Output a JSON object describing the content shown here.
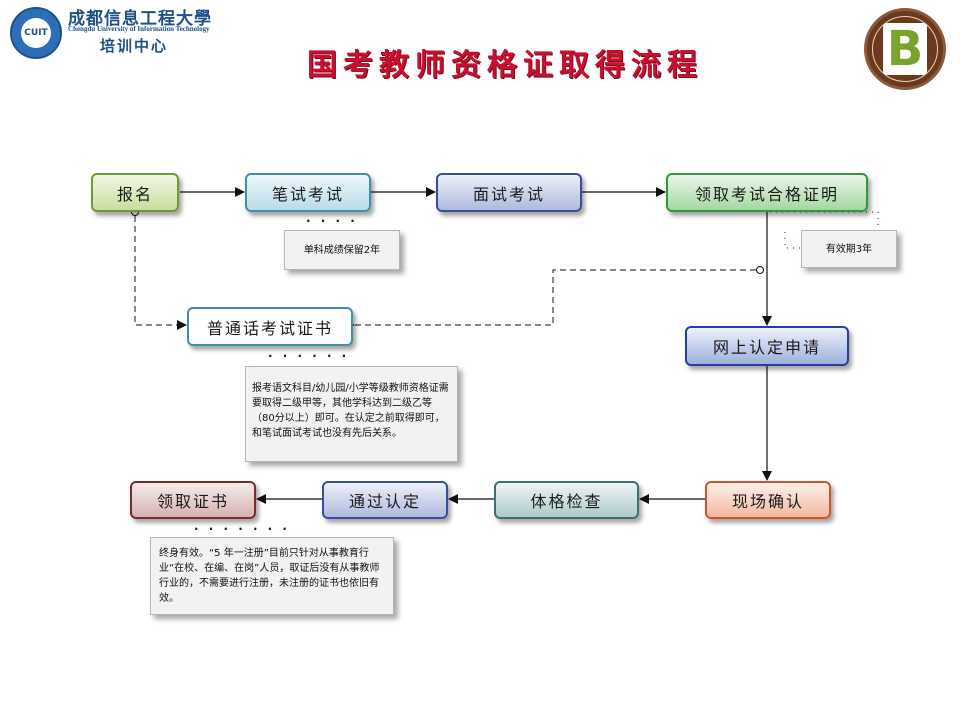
{
  "header": {
    "org_name_cn": "成都信息工程大學",
    "org_name_en": "Chengdu University of Information Technology",
    "org_sub": "培训中心",
    "logo_text": "CUIT",
    "title": "国考教师资格证取得流程",
    "right_logo_letter": "B"
  },
  "flow": {
    "register": "报名",
    "written_exam": "笔试考试",
    "interview_exam": "面试考试",
    "get_pass_certificate": "领取考试合格证明",
    "mandarin_certificate": "普通话考试证书",
    "online_application": "网上认定申请",
    "onsite_confirmation": "现场确认",
    "physical_exam": "体格检查",
    "pass_certification": "通过认定",
    "get_certificate": "领取证书"
  },
  "notes": {
    "written_note": "单科成绩保留2年",
    "validity_note": "有效期3年",
    "mandarin_note": "报考语文科目/幼儿园/小学等级教师资格证需要取得二级甲等，其他学科达到二级乙等（80分以上）即可。在认定之前取得即可，和笔试面试考试也没有先后关系。",
    "certificate_note": "终身有效。“5 年一注册”目前只针对从事教育行业“在校、在编、在岗”人员，取证后没有从事教师行业的，不需要进行注册，未注册的证书也依旧有效。"
  },
  "colors": {
    "title": "#c8102e",
    "org": "#1e4f86"
  }
}
